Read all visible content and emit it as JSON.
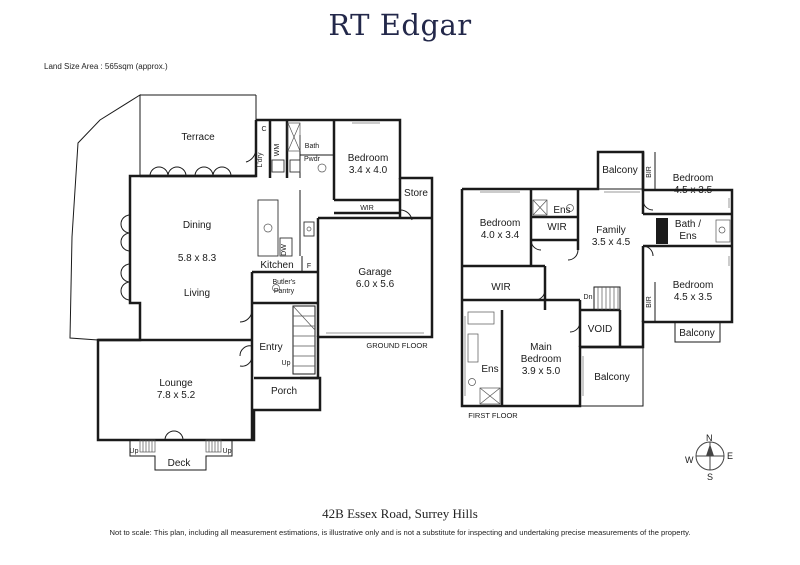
{
  "header": {
    "brand": "RT Edgar"
  },
  "land_size": "Land Size Area : 565sqm (approx.)",
  "ground_floor": {
    "label": "GROUND FLOOR",
    "rooms": {
      "terrace": "Terrace",
      "laundry": "L'dry",
      "wm": "WM",
      "c": "C",
      "bath": "Bath",
      "pwdr": "Pwdr",
      "bedroom": "Bedroom",
      "bedroom_dim": "3.4 x 4.0",
      "store": "Store",
      "wir": "WIR",
      "dining": "Dining",
      "dining_dim": "5.8 x 8.3",
      "living": "Living",
      "dw": "DW",
      "kitchen": "Kitchen",
      "f": "F",
      "butlers": "Butler's",
      "pantry": "Pantry",
      "garage": "Garage",
      "garage_dim": "6.0 x 5.6",
      "entry": "Entry",
      "up": "Up",
      "porch": "Porch",
      "lounge": "Lounge",
      "lounge_dim": "7.8 x 5.2",
      "deck": "Deck",
      "deck_up_left": "Up",
      "deck_up_right": "Up"
    }
  },
  "first_floor": {
    "label": "FIRST FLOOR",
    "rooms": {
      "balcony_top": "Balcony",
      "bir_top": "BIR",
      "bedroom_ne": "Bedroom",
      "bedroom_ne_dim": "4.5 x 3.5",
      "bedroom_w": "Bedroom",
      "bedroom_w_dim": "4.0 x 3.4",
      "ens_top": "Ens",
      "wir_top": "WIR",
      "family": "Family",
      "family_dim": "3.5 x 4.5",
      "bath_ens_1": "Bath /",
      "bath_ens_2": "Ens",
      "wir_main": "WIR",
      "dn": "Dn",
      "bir_bottom": "BIR",
      "bedroom_se": "Bedroom",
      "bedroom_se_dim": "4.5 x 3.5",
      "balcony_right": "Balcony",
      "void": "VOID",
      "main_bedroom_1": "Main",
      "main_bedroom_2": "Bedroom",
      "main_bedroom_dim": "3.9 x 5.0",
      "ens_main": "Ens",
      "balcony_bottom": "Balcony"
    }
  },
  "compass": {
    "n": "N",
    "e": "E",
    "s": "S",
    "w": "W"
  },
  "footer": {
    "address": "42B Essex Road, Surrey Hills",
    "disclaimer": "Not to scale: This plan, including all measurement estimations, is illustrative only and is not a substitute for inspecting and undertaking precise measurements of the property."
  }
}
